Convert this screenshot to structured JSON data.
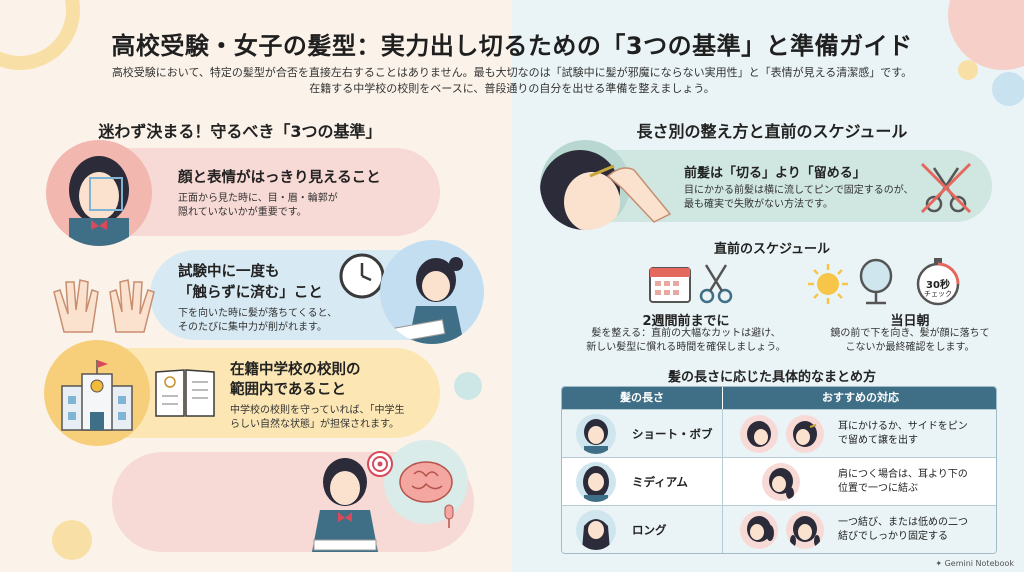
{
  "header": {
    "title": "高校受験・女子の髪型：実力出し切るための「3つの基準」と準備ガイド",
    "subtitle_line1": "高校受験において、特定の髪型が合否を直接左右することはありません。最も大切なのは「試験中に髪が邪魔にならない実用性」と「表情が見える清潔感」です。",
    "subtitle_line2": "在籍する中学校の校則をベースに、普段通りの自分を出せる準備を整えましょう。"
  },
  "left": {
    "heading": "迷わず決まる！守るべき「3つの基準」",
    "criteria": [
      {
        "title": "顔と表情がはっきり見えること",
        "desc1": "正面から見た時に、目・眉・輪郭が",
        "desc2": "隠れていないかが重要です。"
      },
      {
        "title1": "試験中に一度も",
        "title2": "「触らずに済む」こと",
        "desc1": "下を向いた時に髪が落ちてくると、",
        "desc2": "そのたびに集中力が削がれます。"
      },
      {
        "title1": "在籍中学校の校則の",
        "title2": "範囲内であること",
        "desc1": "中学校の校則を守っていれば、「中学生",
        "desc2": "らしい自然な状態」が担保されます。"
      }
    ]
  },
  "right": {
    "heading": "長さ別の整え方と直前のスケジュール",
    "bangs": {
      "title": "前髪は「切る」より「留める」",
      "desc1": "目にかかる前髪は横に流してピンで固定するのが、",
      "desc2": "最も確実で失敗がない方法です。"
    },
    "schedule": {
      "heading": "直前のスケジュール",
      "timer_label1": "30秒",
      "timer_label2": "チェック",
      "before": {
        "title": "2週間前までに",
        "desc1": "髪を整える：直前の大幅なカットは避け、",
        "desc2": "新しい髪型に慣れる時間を確保しましょう。"
      },
      "day": {
        "title": "当日朝",
        "desc1": "鏡の前で下を向き、髪が顔に落ちて",
        "desc2": "こないか最終確認をします。"
      }
    },
    "table": {
      "heading": "髪の長さに応じた具体的なまとめ方",
      "col_length": "髪の長さ",
      "col_rec": "おすすめの対応",
      "rows": [
        {
          "label": "ショート・ボブ",
          "rec1": "耳にかけるか、サイドをピン",
          "rec2": "で留めて譲を出す"
        },
        {
          "label": "ミディアム",
          "rec1": "肩につく場合は、耳より下の",
          "rec2": "位置で一つに結ぶ"
        },
        {
          "label": "ロング",
          "rec1": "一つ結び、または低めの二つ",
          "rec2": "結びでしっかり固定する"
        }
      ]
    }
  },
  "footer": {
    "brand": "Gemini Notebook"
  },
  "colors": {
    "pink": "#f7d9d5",
    "blue": "#d7e9f3",
    "yellow": "#fbe6b4",
    "teal_bg": "#eaf4f6",
    "header_blue": "#3f6f86"
  }
}
